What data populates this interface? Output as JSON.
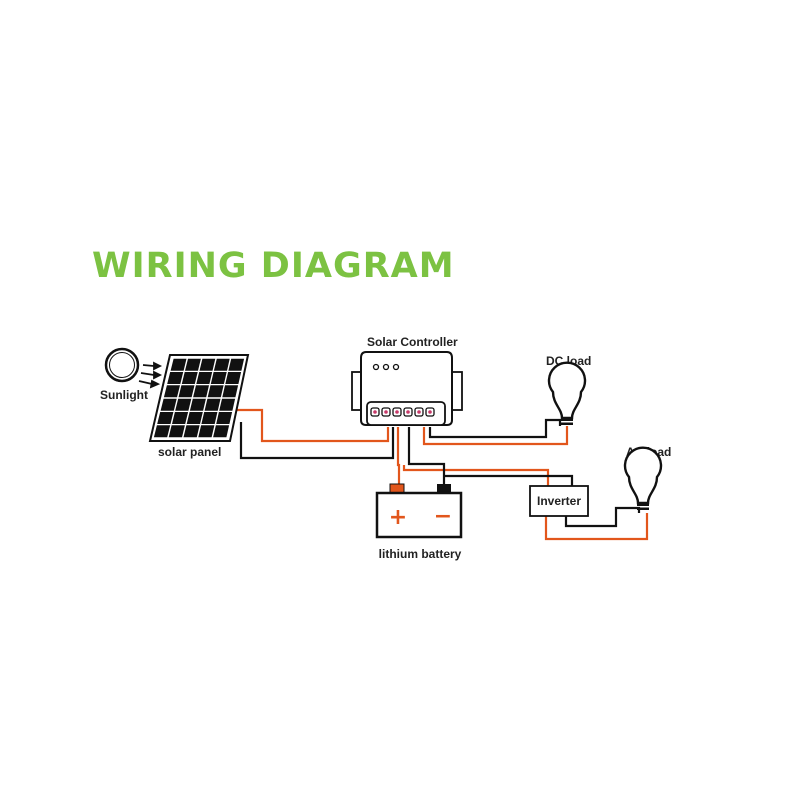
{
  "title": "WIRING DIAGRAM",
  "labels": {
    "sunlight": "Sunlight",
    "solar_panel": "solar panel",
    "controller": "Solar Controller",
    "dc_load": "DC load",
    "ac_load": "AC load",
    "inverter": "Inverter",
    "battery": "lithium battery"
  },
  "battery_terminals": {
    "positive": "+",
    "negative": "−"
  },
  "colors": {
    "title": "#7cc242",
    "positive_wire": "#e2561c",
    "negative_wire": "#111111",
    "positive_terminal": "#e2561c"
  }
}
